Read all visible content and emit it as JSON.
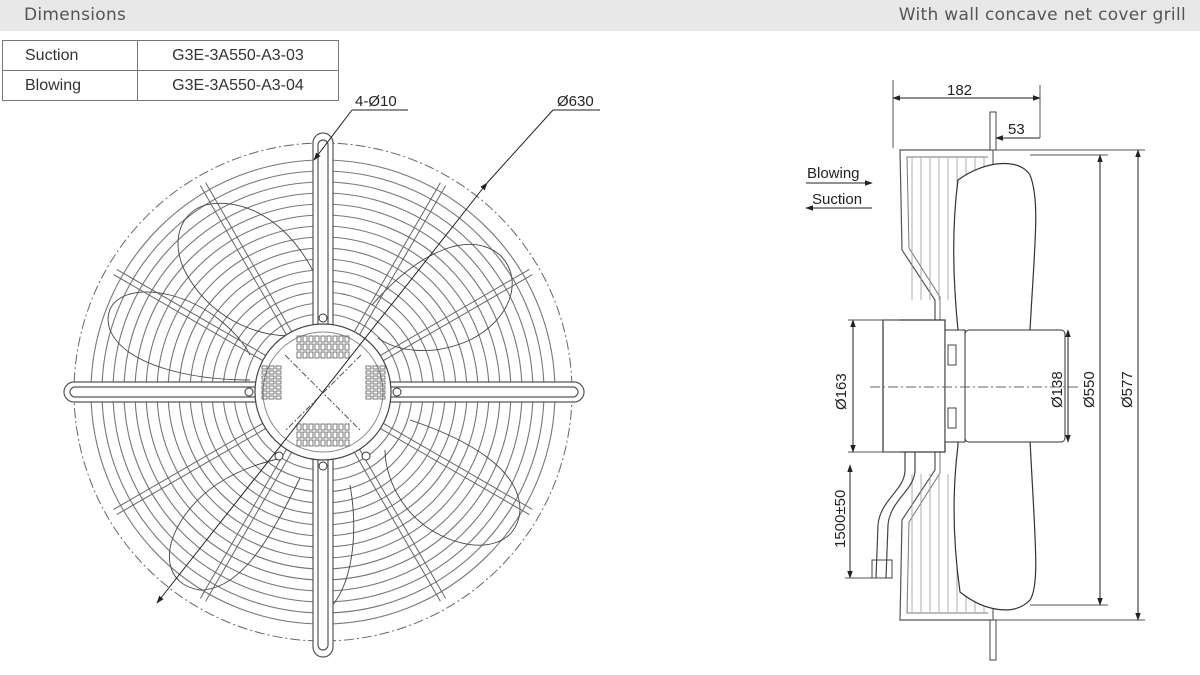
{
  "header": {
    "left_title": "Dimensions",
    "right_title": "With wall concave net cover grill"
  },
  "models": [
    {
      "label": "Suction",
      "code": "G3E-3A550-A3-03"
    },
    {
      "label": "Blowing",
      "code": "G3E-3A550-A3-04"
    }
  ],
  "front_view": {
    "hole_label": "4-Ø10",
    "outer_dia_label": "Ø630"
  },
  "side_view": {
    "depth_label": "182",
    "offset_label": "53",
    "blowing_label": "Blowing",
    "suction_label": "Suction",
    "motor_dia_label": "Ø163",
    "hub_dia_label": "Ø138",
    "blade_dia_label": "Ø550",
    "grill_dia_label": "Ø577",
    "cable_label": "1500±50"
  },
  "colors": {
    "header_bg": "#e8e8e8",
    "line": "#444444"
  }
}
